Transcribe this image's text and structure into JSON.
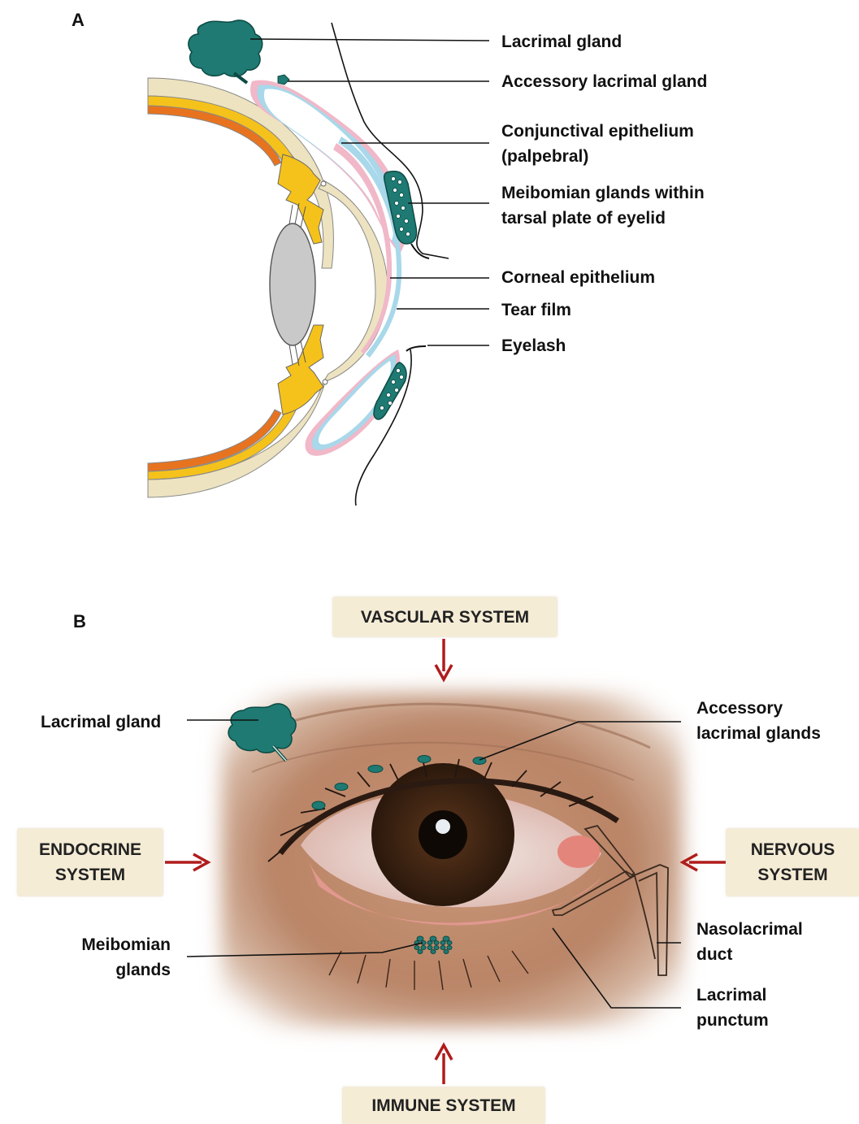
{
  "panel_a": {
    "letter": "A",
    "labels": {
      "lacrimal_gland": "Lacrimal gland",
      "accessory_lacrimal_gland": "Accessory lacrimal gland",
      "conjunctival_line1": "Conjunctival epithelium",
      "conjunctival_line2": "(palpebral)",
      "meibomian_line1": "Meibomian glands within",
      "meibomian_line2": "tarsal plate of eyelid",
      "corneal_epithelium": "Corneal epithelium",
      "tear_film": "Tear film",
      "eyelash": "Eyelash"
    }
  },
  "panel_b": {
    "letter": "B",
    "systems": {
      "vascular": "VASCULAR SYSTEM",
      "endocrine_line1": "ENDOCRINE",
      "endocrine_line2": "SYSTEM",
      "nervous_line1": "NERVOUS",
      "nervous_line2": "SYSTEM",
      "immune": "IMMUNE SYSTEM"
    },
    "labels": {
      "lacrimal_gland": "Lacrimal gland",
      "accessory_line1": "Accessory",
      "accessory_line2": "lacrimal glands",
      "meibomian_line1": "Meibomian",
      "meibomian_line2": "glands",
      "nasolacrimal_line1": "Nasolacrimal",
      "nasolacrimal_line2": "duct",
      "punctum_line1": "Lacrimal",
      "punctum_line2": "punctum"
    }
  },
  "colors": {
    "gland": "#1e7a72",
    "gland_dark": "#0d4a44",
    "sclera": "#ede3c0",
    "uvea": "#f5c21b",
    "choroid": "#e8731f",
    "conjunctiva": "#f0b8c8",
    "epithelium": "#a8d8ea",
    "lens": "#c9c9c9",
    "arrow": "#b01c1c",
    "system_box": "#f5ecd6"
  }
}
